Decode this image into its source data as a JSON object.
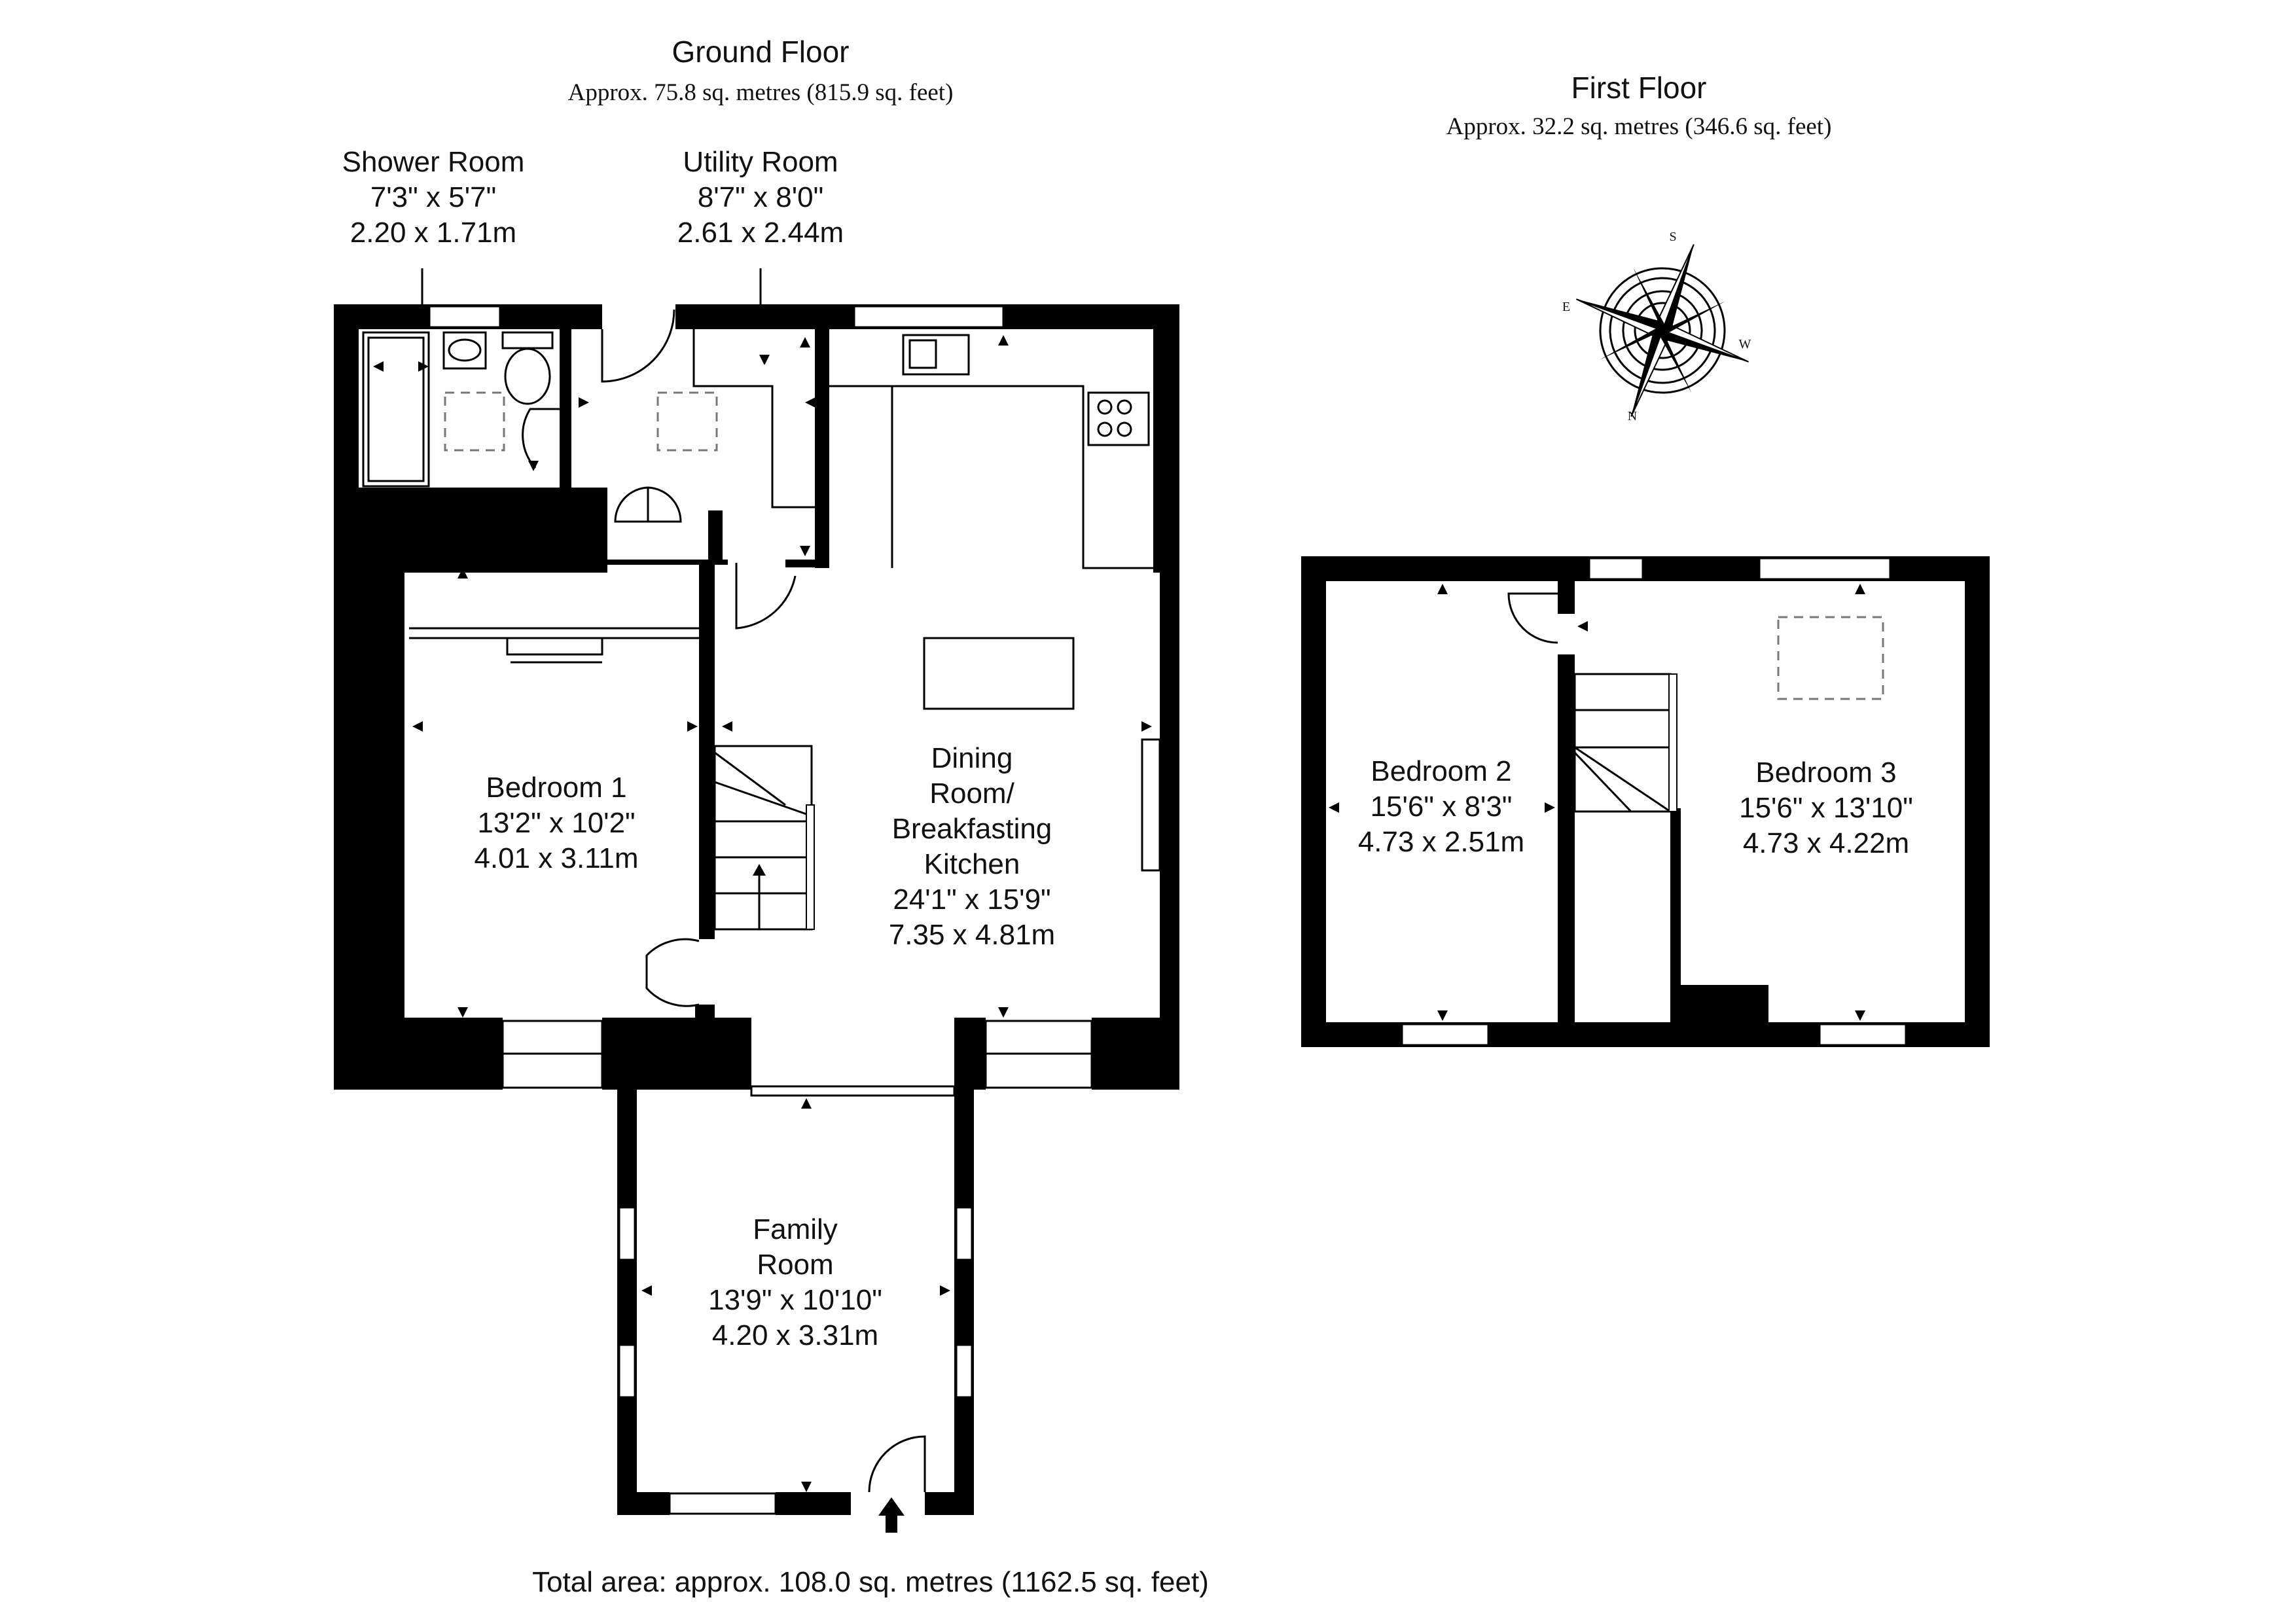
{
  "ground_floor": {
    "title": "Ground Floor",
    "area": "Approx. 75.8 sq. metres (815.9 sq. feet)"
  },
  "first_floor": {
    "title": "First Floor",
    "area": "Approx. 32.2 sq. metres (346.6 sq. feet)"
  },
  "rooms": {
    "shower": {
      "name": "Shower Room",
      "imperial": "7'3\" x 5'7\"",
      "metric": "2.20 x 1.71m"
    },
    "utility": {
      "name": "Utility Room",
      "imperial": "8'7\" x 8'0\"",
      "metric": "2.61 x 2.44m"
    },
    "bedroom1": {
      "name": "Bedroom 1",
      "imperial": "13'2\" x 10'2\"",
      "metric": "4.01 x 3.11m"
    },
    "dining": {
      "name_lines": [
        "Dining",
        "Room/",
        "Breakfasting",
        "Kitchen"
      ],
      "imperial": "24'1\" x 15'9\"",
      "metric": "7.35 x 4.81m"
    },
    "family": {
      "name_lines": [
        "Family",
        "Room"
      ],
      "imperial": "13'9\" x 10'10\"",
      "metric": "4.20 x 3.31m"
    },
    "bedroom2": {
      "name": "Bedroom 2",
      "imperial": "15'6\" x 8'3\"",
      "metric": "4.73 x 2.51m"
    },
    "bedroom3": {
      "name": "Bedroom 3",
      "imperial": "15'6\" x 13'10\"",
      "metric": "4.73 x 4.22m"
    }
  },
  "compass": {
    "n": "N",
    "s": "S",
    "e": "E",
    "w": "W",
    "icon": "compass-rose-icon"
  },
  "total_area": "Total area: approx. 108.0 sq. metres (1162.5 sq. feet)"
}
